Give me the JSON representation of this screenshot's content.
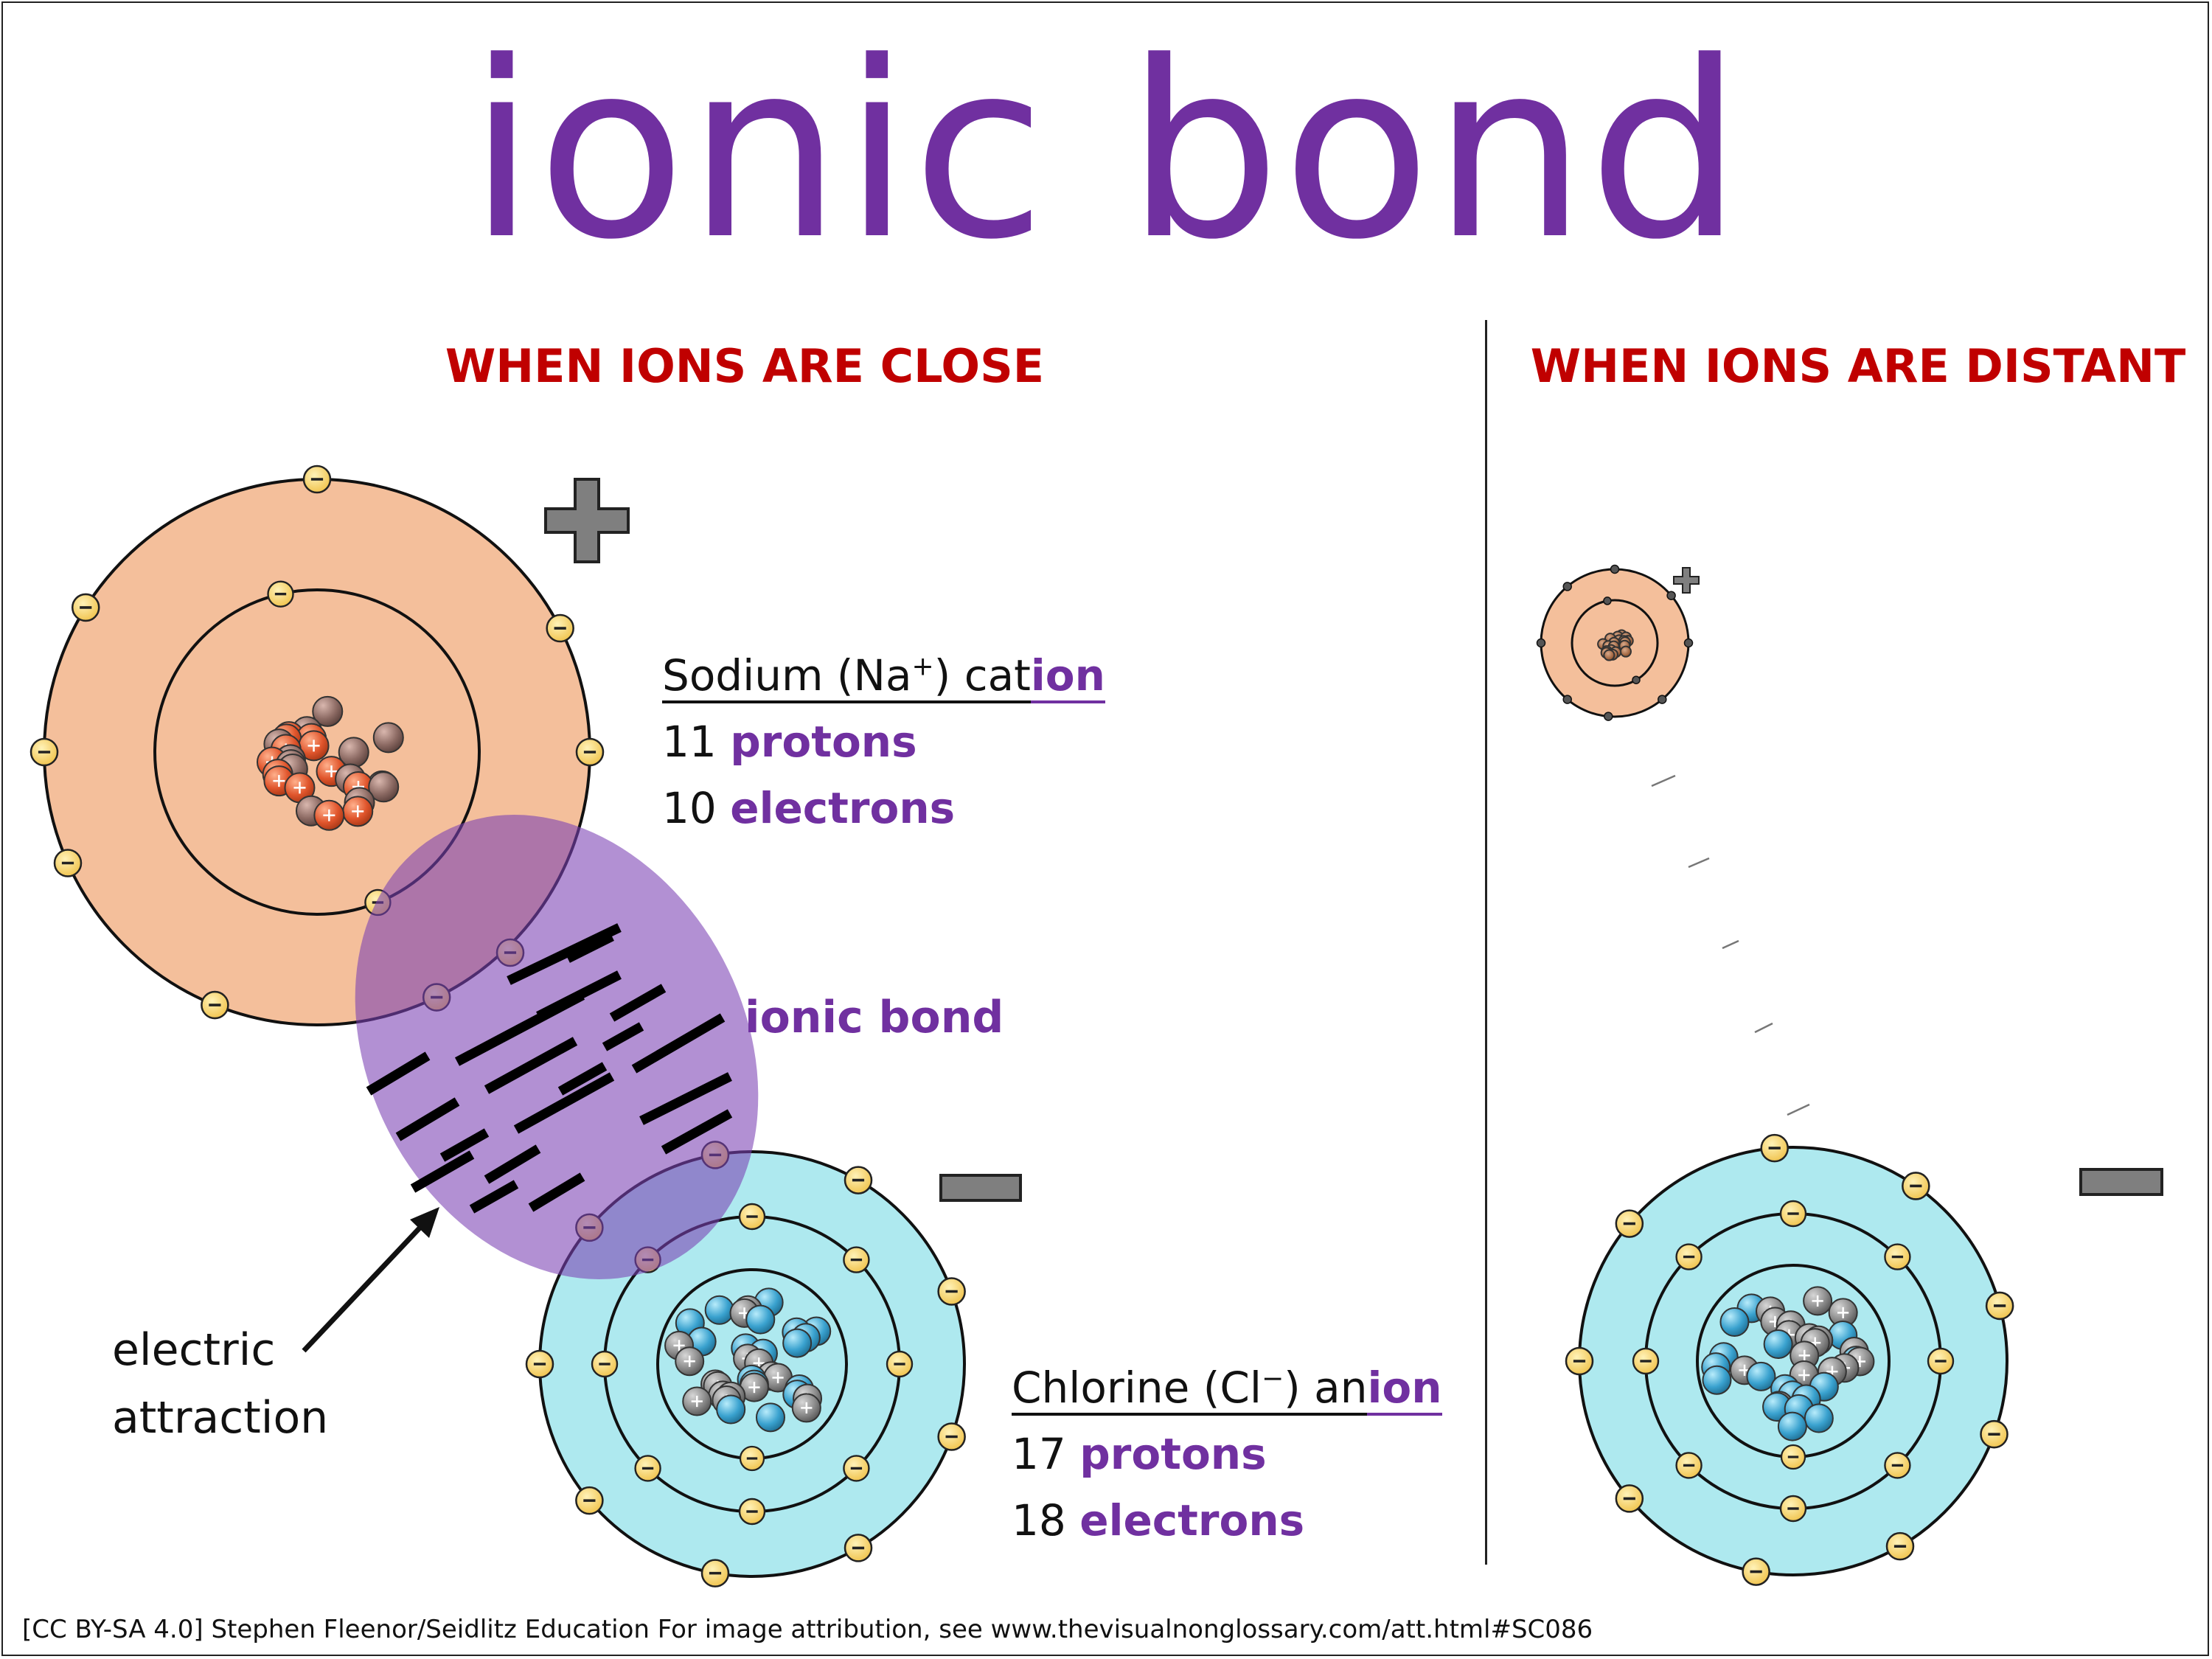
{
  "title": "ionic bond",
  "panels": {
    "close_heading": "WHEN IONS ARE CLOSE",
    "distant_heading": "WHEN IONS ARE DISTANT"
  },
  "sodium": {
    "name_prefix": "Sodium (Na",
    "name_sup": "+",
    "name_mid": ") cat",
    "name_ion": "ion",
    "protons_count": "11",
    "protons_word": "protons",
    "electrons_count": "10",
    "electrons_word": "electrons",
    "color": "#f4bf9b",
    "nucleus_color": "#e8643c"
  },
  "chlorine": {
    "name_prefix": "Chlorine (Cl",
    "name_sup": "−",
    "name_mid": ") an",
    "name_ion": "ion",
    "protons_count": "17",
    "protons_word": "protons",
    "electrons_count": "18",
    "electrons_word": "electrons",
    "color": "#aee9ef",
    "nucleus_color": "#4aa9d4"
  },
  "bond_label": "ionic bond",
  "attraction_label_line1": "electric",
  "attraction_label_line2": "attraction",
  "credit": "[CC BY-SA 4.0] Stephen Fleenor/Seidlitz Education For image attribution, see www.thevisualnonglossary.com/att.html#SC086",
  "colors": {
    "title": "#7030a0",
    "heading": "#c00000",
    "bond_region": "#9b6fc4",
    "electron": "#f9d97a",
    "charge_symbol": "#7f7f7f"
  }
}
